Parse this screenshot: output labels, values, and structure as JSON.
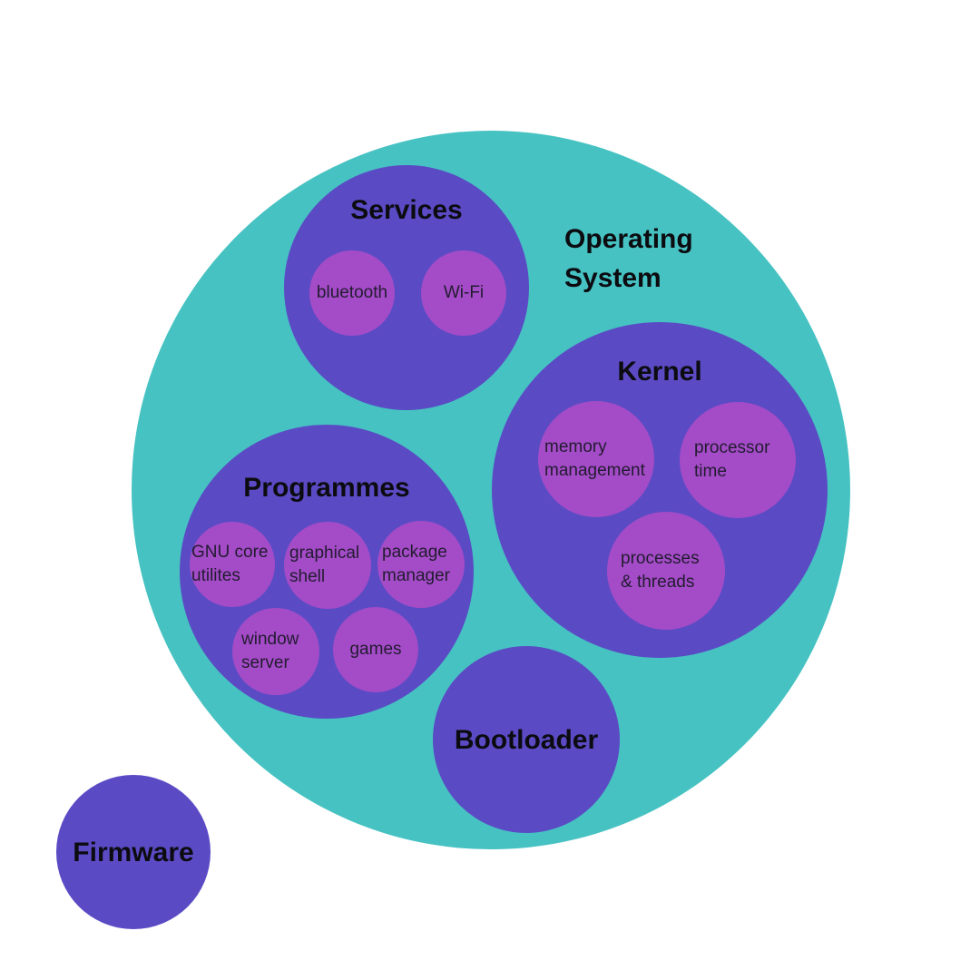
{
  "colors": {
    "background": "#ffffff",
    "os_circle": "#47C2C2",
    "group_circle": "#5A4BC5",
    "item_circle": "#A44BC7",
    "title_text": "#0b0b10",
    "item_text": "#221c30"
  },
  "os": {
    "label": "Operating System"
  },
  "services": {
    "label": "Services",
    "bluetooth": "bluetooth",
    "wifi": "Wi-Fi"
  },
  "kernel": {
    "label": "Kernel",
    "memory": "memory management",
    "processor": "processor time",
    "processes": "processes & threads"
  },
  "programmes": {
    "label": "Programmes",
    "gnu": "GNU core utilites",
    "shell": "graphical shell",
    "package": "package manager",
    "window": "window server",
    "games": "games"
  },
  "bootloader": {
    "label": "Bootloader"
  },
  "firmware": {
    "label": "Firmware"
  }
}
